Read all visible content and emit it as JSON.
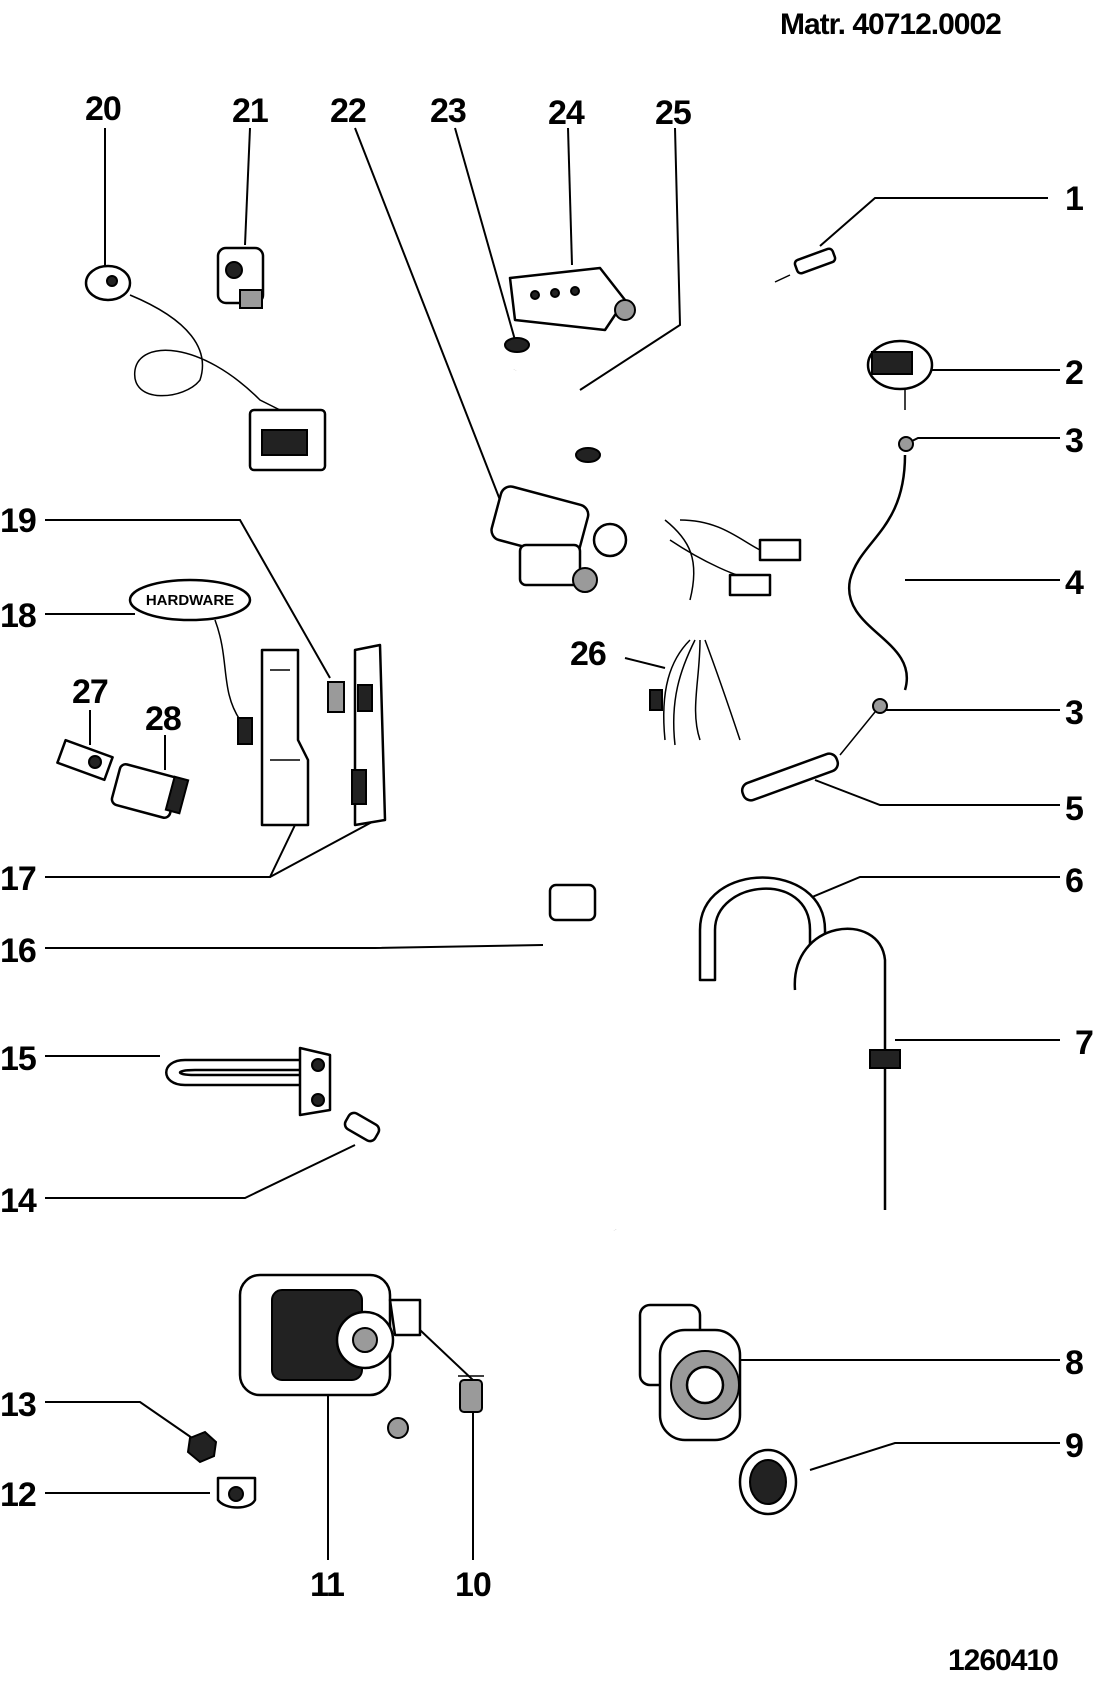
{
  "header": {
    "material_number": "Matr. 40712.0002"
  },
  "footer": {
    "drawing_number": "1260410"
  },
  "hardware_label": "HARDWARE",
  "callouts": {
    "c1": "1",
    "c2": "2",
    "c3a": "3",
    "c3b": "3",
    "c4": "4",
    "c5": "5",
    "c6": "6",
    "c7": "7",
    "c8": "8",
    "c9": "9",
    "c10": "10",
    "c11": "11",
    "c12": "12",
    "c13": "13",
    "c14": "14",
    "c15": "15",
    "c16": "16",
    "c17": "17",
    "c18": "18",
    "c19": "19",
    "c20": "20",
    "c21": "21",
    "c22": "22",
    "c23": "23",
    "c24": "24",
    "c25": "25",
    "c26": "26",
    "c27": "27",
    "c28": "28"
  }
}
